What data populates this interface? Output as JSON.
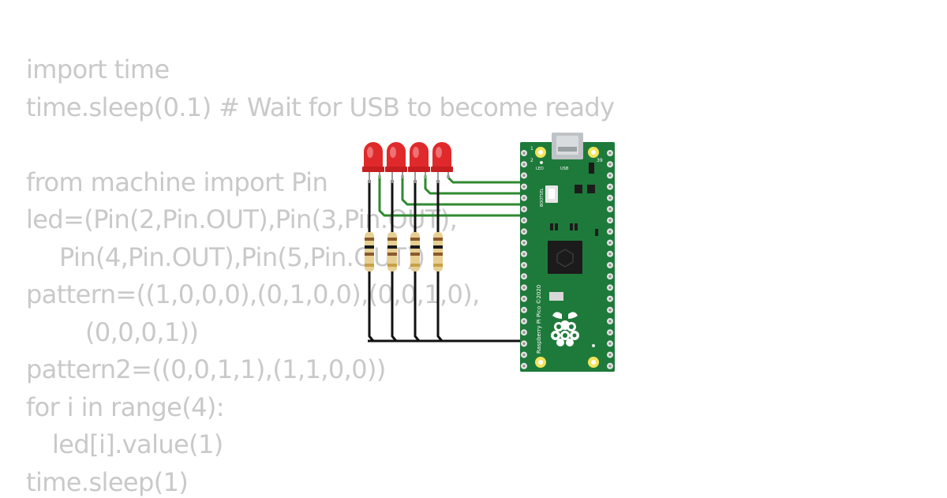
{
  "code": {
    "lines": [
      {
        "text": "import time",
        "indent": 0
      },
      {
        "text": "time.sleep(0.1) # Wait for USB to become ready",
        "indent": 0
      },
      {
        "text": "",
        "indent": 0
      },
      {
        "text": "from machine import Pin",
        "indent": 0
      },
      {
        "text": "led=(Pin(2,Pin.OUT),Pin(3,Pin.OUT),",
        "indent": 0
      },
      {
        "text": "Pin(4,Pin.OUT),Pin(5,Pin.OUT))",
        "indent": 1
      },
      {
        "text": "pattern=((1,0,0,0),(0,1,0,0),(0,0,1,0),",
        "indent": 0
      },
      {
        "text": "(0,0,0,1))",
        "indent": 2
      },
      {
        "text": "pattern2=((0,0,1,1),(1,1,0,0))",
        "indent": 0
      },
      {
        "text": "for i in range(4):",
        "indent": 0
      },
      {
        "text": "led[i].value(1)",
        "indent": 3
      },
      {
        "text": "time.sleep(1)",
        "indent": 0
      }
    ]
  },
  "board": {
    "brand": "Raspberry Pi Pico ©2020",
    "led_label": "LED",
    "usb_label": "USB",
    "bootsel_label": "BOOTSEL",
    "pin1_label": "1",
    "pin2_label": "2",
    "pin39_label": "39",
    "color": "#1e7a3a"
  },
  "components": {
    "led_count": 4,
    "led_color": "#e0292b",
    "resistor_count": 4
  },
  "wires": {
    "signal_color": "#2f8a2f",
    "ground_color": "#111111"
  }
}
